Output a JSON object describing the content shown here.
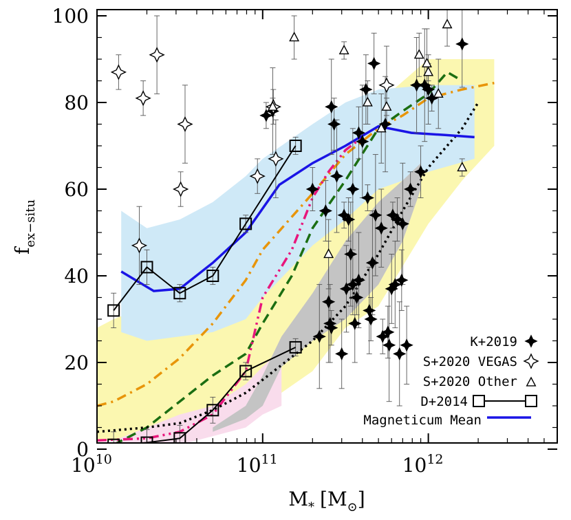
{
  "chart_data": {
    "type": "scatter",
    "xlabel_main": "M",
    "xlabel_sub": "*",
    "xlabel_unit": "[M",
    "xlabel_unit_sub": "⊙",
    "xlabel_close": "]",
    "ylabel_main": "f",
    "ylabel_sub": "ex−situ",
    "xscale": "log",
    "xlim": [
      10000000000.0,
      6000000000000.0
    ],
    "ylim": [
      0,
      100
    ],
    "yticks": [
      0,
      20,
      40,
      60,
      80,
      100
    ],
    "ytick_labels": [
      "0",
      "20",
      "40",
      "60",
      "80",
      "100"
    ],
    "xticks": [
      10000000000.0,
      100000000000.0,
      1000000000000.0
    ],
    "xtick_base": "10",
    "xtick_exponents": [
      "10",
      "11",
      "12"
    ],
    "legend_position": "bottom-right",
    "legend": [
      {
        "label": "K+2019",
        "marker": "star4-filled"
      },
      {
        "label": "S+2020 VEGAS",
        "marker": "star4-open"
      },
      {
        "label": "S+2020 Other",
        "marker": "triangle-open"
      },
      {
        "label": "D+2014",
        "marker": "square-open-line"
      },
      {
        "label": "Magneticum Mean",
        "marker": "line-blue"
      }
    ],
    "colors": {
      "magneticum": "#1a14e6",
      "band_blue": "#cfe9f7",
      "band_yellow": "#fbf7b0",
      "band_pink": "#f9dcec",
      "band_gray": "#c4c4c4",
      "orange": "#e8950a",
      "green": "#1b6e12",
      "magenta": "#e8167c",
      "black": "#000000"
    },
    "bands": [
      {
        "color_key": "band_yellow",
        "upper": [
          [
            10000000000.0,
            28
          ],
          [
            12600000000.0,
            30
          ],
          [
            20000000000.0,
            33
          ],
          [
            31600000000.0,
            38
          ],
          [
            50000000000.0,
            45
          ],
          [
            79000000000.0,
            52
          ],
          [
            100000000000.0,
            56
          ],
          [
            200000000000.0,
            63
          ],
          [
            316000000000.0,
            68
          ],
          [
            500000000000.0,
            80
          ],
          [
            1000000000000.0,
            90
          ],
          [
            1600000000000.0,
            90
          ],
          [
            2500000000000.0,
            90
          ]
        ],
        "lower": [
          [
            2500000000000.0,
            70
          ],
          [
            1600000000000.0,
            62
          ],
          [
            1000000000000.0,
            52
          ],
          [
            500000000000.0,
            33
          ],
          [
            316000000000.0,
            28
          ],
          [
            200000000000.0,
            18
          ],
          [
            100000000000.0,
            10
          ],
          [
            79000000000.0,
            8
          ],
          [
            50000000000.0,
            5
          ],
          [
            31600000000.0,
            3
          ],
          [
            20000000000.0,
            2
          ],
          [
            12600000000.0,
            2
          ],
          [
            10000000000.0,
            2
          ]
        ]
      },
      {
        "color_key": "band_blue",
        "upper": [
          [
            14000000000.0,
            55
          ],
          [
            20000000000.0,
            51
          ],
          [
            31600000000.0,
            53
          ],
          [
            50000000000.0,
            57
          ],
          [
            79000000000.0,
            63
          ],
          [
            100000000000.0,
            67
          ],
          [
            200000000000.0,
            75
          ],
          [
            316000000000.0,
            80
          ],
          [
            500000000000.0,
            83
          ],
          [
            1000000000000.0,
            84
          ],
          [
            1900000000000.0,
            84
          ]
        ],
        "lower": [
          [
            1900000000000.0,
            67
          ],
          [
            1000000000000.0,
            64
          ],
          [
            500000000000.0,
            60
          ],
          [
            316000000000.0,
            53
          ],
          [
            200000000000.0,
            47
          ],
          [
            100000000000.0,
            35
          ],
          [
            79000000000.0,
            30
          ],
          [
            50000000000.0,
            27
          ],
          [
            31600000000.0,
            26
          ],
          [
            20000000000.0,
            25
          ],
          [
            14000000000.0,
            27
          ]
        ]
      },
      {
        "color_key": "band_pink",
        "upper": [
          [
            12600000000.0,
            2
          ],
          [
            20000000000.0,
            5
          ],
          [
            31600000000.0,
            8
          ],
          [
            50000000000.0,
            10
          ],
          [
            79000000000.0,
            15
          ],
          [
            100000000000.0,
            19
          ],
          [
            130000000000.0,
            23
          ]
        ],
        "lower": [
          [
            130000000000.0,
            10
          ],
          [
            100000000000.0,
            8
          ],
          [
            79000000000.0,
            5
          ],
          [
            50000000000.0,
            3
          ],
          [
            31600000000.0,
            1
          ],
          [
            20000000000.0,
            0
          ],
          [
            12600000000.0,
            0
          ]
        ]
      },
      {
        "color_key": "band_gray",
        "upper": [
          [
            50000000000.0,
            5
          ],
          [
            79000000000.0,
            10
          ],
          [
            100000000000.0,
            17
          ],
          [
            130000000000.0,
            26
          ],
          [
            200000000000.0,
            36
          ],
          [
            316000000000.0,
            48
          ],
          [
            500000000000.0,
            57
          ],
          [
            700000000000.0,
            62
          ],
          [
            900000000000.0,
            66
          ]
        ],
        "lower": [
          [
            900000000000.0,
            60
          ],
          [
            700000000000.0,
            48
          ],
          [
            500000000000.0,
            38
          ],
          [
            316000000000.0,
            30
          ],
          [
            200000000000.0,
            25
          ],
          [
            130000000000.0,
            19
          ],
          [
            100000000000.0,
            10
          ],
          [
            79000000000.0,
            7
          ],
          [
            50000000000.0,
            4
          ]
        ]
      }
    ],
    "series": [
      {
        "color_key": "orange",
        "dash": "14,7,3,7",
        "points": [
          [
            10000000000.0,
            10
          ],
          [
            12600000000.0,
            11
          ],
          [
            20000000000.0,
            15
          ],
          [
            31600000000.0,
            21
          ],
          [
            50000000000.0,
            29
          ],
          [
            79000000000.0,
            39
          ],
          [
            100000000000.0,
            46
          ],
          [
            200000000000.0,
            59
          ],
          [
            316000000000.0,
            68
          ],
          [
            500000000000.0,
            74
          ],
          [
            700000000000.0,
            77
          ],
          [
            1000000000000.0,
            81
          ],
          [
            1600000000000.0,
            83
          ],
          [
            2500000000000.0,
            84.5
          ]
        ]
      },
      {
        "color_key": "green",
        "dash": "14,8",
        "points": [
          [
            12600000000.0,
            1
          ],
          [
            20000000000.0,
            5
          ],
          [
            31600000000.0,
            11
          ],
          [
            50000000000.0,
            17
          ],
          [
            79000000000.0,
            22
          ],
          [
            100000000000.0,
            29
          ],
          [
            150000000000.0,
            40
          ],
          [
            200000000000.0,
            51
          ],
          [
            316000000000.0,
            62
          ],
          [
            500000000000.0,
            74
          ],
          [
            700000000000.0,
            78
          ],
          [
            1000000000000.0,
            82
          ],
          [
            1300000000000.0,
            87
          ],
          [
            1600000000000.0,
            85
          ]
        ]
      },
      {
        "color_key": "magenta",
        "dash": "14,6,3,6,3,6",
        "points": [
          [
            10000000000.0,
            2
          ],
          [
            20000000000.0,
            2.5
          ],
          [
            31600000000.0,
            4
          ],
          [
            50000000000.0,
            8
          ],
          [
            79000000000.0,
            18
          ],
          [
            100000000000.0,
            35
          ],
          [
            150000000000.0,
            46
          ],
          [
            200000000000.0,
            58
          ],
          [
            250000000000.0,
            64
          ],
          [
            316000000000.0,
            69
          ],
          [
            400000000000.0,
            72
          ]
        ]
      },
      {
        "color_key": "black",
        "dash": "3,5",
        "points": [
          [
            10000000000.0,
            4
          ],
          [
            20000000000.0,
            5
          ],
          [
            31600000000.0,
            6
          ],
          [
            50000000000.0,
            9
          ],
          [
            79000000000.0,
            13
          ],
          [
            100000000000.0,
            16
          ],
          [
            200000000000.0,
            25
          ],
          [
            316000000000.0,
            33
          ],
          [
            500000000000.0,
            45
          ],
          [
            700000000000.0,
            55
          ],
          [
            1000000000000.0,
            65
          ],
          [
            1600000000000.0,
            74
          ],
          [
            2000000000000.0,
            80
          ]
        ]
      },
      {
        "color_key": "magneticum",
        "dash": "",
        "points": [
          [
            14000000000.0,
            41
          ],
          [
            22000000000.0,
            36.5
          ],
          [
            31600000000.0,
            37
          ],
          [
            50000000000.0,
            43
          ],
          [
            79000000000.0,
            50
          ],
          [
            126000000000.0,
            61
          ],
          [
            200000000000.0,
            66
          ],
          [
            316000000000.0,
            70
          ],
          [
            500000000000.0,
            74.5
          ],
          [
            790000000000.0,
            73
          ],
          [
            1260000000000.0,
            72.5
          ],
          [
            1900000000000.0,
            72
          ]
        ]
      }
    ],
    "d2014_upper": {
      "points": [
        [
          12600000000.0,
          32
        ],
        [
          20000000000.0,
          42
        ],
        [
          31600000000.0,
          36
        ],
        [
          50000000000.0,
          40
        ],
        [
          79000000000.0,
          52
        ],
        [
          158000000000.0,
          70
        ]
      ],
      "yerr": [
        4,
        4,
        2,
        2,
        2,
        2
      ]
    },
    "d2014_lower": {
      "points": [
        [
          12600000000.0,
          1
        ],
        [
          20000000000.0,
          1.5
        ],
        [
          31600000000.0,
          2.5
        ],
        [
          50000000000.0,
          9
        ],
        [
          79000000000.0,
          18
        ],
        [
          158000000000.0,
          23.5
        ]
      ],
      "yerr": [
        3,
        3,
        3,
        3,
        2,
        2
      ]
    },
    "k2019": [
      [
        105000000000.0,
        77
      ],
      [
        115000000000.0,
        78
      ],
      [
        200000000000.0,
        60
      ],
      [
        220000000000.0,
        26
      ],
      [
        240000000000.0,
        55
      ],
      [
        250000000000.0,
        34
      ],
      [
        255000000000.0,
        29
      ],
      [
        260000000000.0,
        28
      ],
      [
        260000000000.0,
        79
      ],
      [
        270000000000.0,
        75
      ],
      [
        280000000000.0,
        63
      ],
      [
        300000000000.0,
        22
      ],
      [
        310000000000.0,
        54
      ],
      [
        320000000000.0,
        37
      ],
      [
        330000000000.0,
        53
      ],
      [
        340000000000.0,
        45
      ],
      [
        350000000000.0,
        38
      ],
      [
        350000000000.0,
        60
      ],
      [
        360000000000.0,
        29
      ],
      [
        370000000000.0,
        35
      ],
      [
        380000000000.0,
        39
      ],
      [
        380000000000.0,
        73
      ],
      [
        400000000000.0,
        71
      ],
      [
        420000000000.0,
        83
      ],
      [
        430000000000.0,
        58
      ],
      [
        440000000000.0,
        32
      ],
      [
        450000000000.0,
        30
      ],
      [
        460000000000.0,
        43
      ],
      [
        470000000000.0,
        89
      ],
      [
        480000000000.0,
        54
      ],
      [
        520000000000.0,
        51
      ],
      [
        530000000000.0,
        26
      ],
      [
        550000000000.0,
        75
      ],
      [
        570000000000.0,
        27
      ],
      [
        580000000000.0,
        24
      ],
      [
        600000000000.0,
        37
      ],
      [
        610000000000.0,
        54
      ],
      [
        630000000000.0,
        38
      ],
      [
        650000000000.0,
        53
      ],
      [
        670000000000.0,
        22
      ],
      [
        690000000000.0,
        39
      ],
      [
        700000000000.0,
        52
      ],
      [
        740000000000.0,
        24
      ],
      [
        780000000000.0,
        60
      ],
      [
        850000000000.0,
        84
      ],
      [
        900000000000.0,
        64
      ],
      [
        950000000000.0,
        84
      ],
      [
        1000000000000.0,
        83
      ],
      [
        1050000000000.0,
        81
      ],
      [
        1600000000000.0,
        93.5
      ]
    ],
    "s2020_vegas": [
      [
        13500000000.0,
        87
      ],
      [
        18000000000.0,
        47
      ],
      [
        19000000000.0,
        81
      ],
      [
        23000000000.0,
        91
      ],
      [
        32000000000.0,
        60
      ],
      [
        34000000000.0,
        75
      ],
      [
        116000000000.0,
        79
      ],
      [
        120000000000.0,
        67
      ],
      [
        93000000000.0,
        63
      ],
      [
        560000000000.0,
        84
      ]
    ],
    "s2020_other": [
      [
        115000000000.0,
        79
      ],
      [
        155000000000.0,
        95
      ],
      [
        250000000000.0,
        45
      ],
      [
        310000000000.0,
        92
      ],
      [
        430000000000.0,
        80
      ],
      [
        520000000000.0,
        74
      ],
      [
        560000000000.0,
        79
      ],
      [
        880000000000.0,
        91
      ],
      [
        980000000000.0,
        89
      ],
      [
        1000000000000.0,
        87
      ],
      [
        1300000000000.0,
        98
      ],
      [
        1150000000000.0,
        82
      ],
      [
        1600000000000.0,
        65
      ]
    ]
  }
}
